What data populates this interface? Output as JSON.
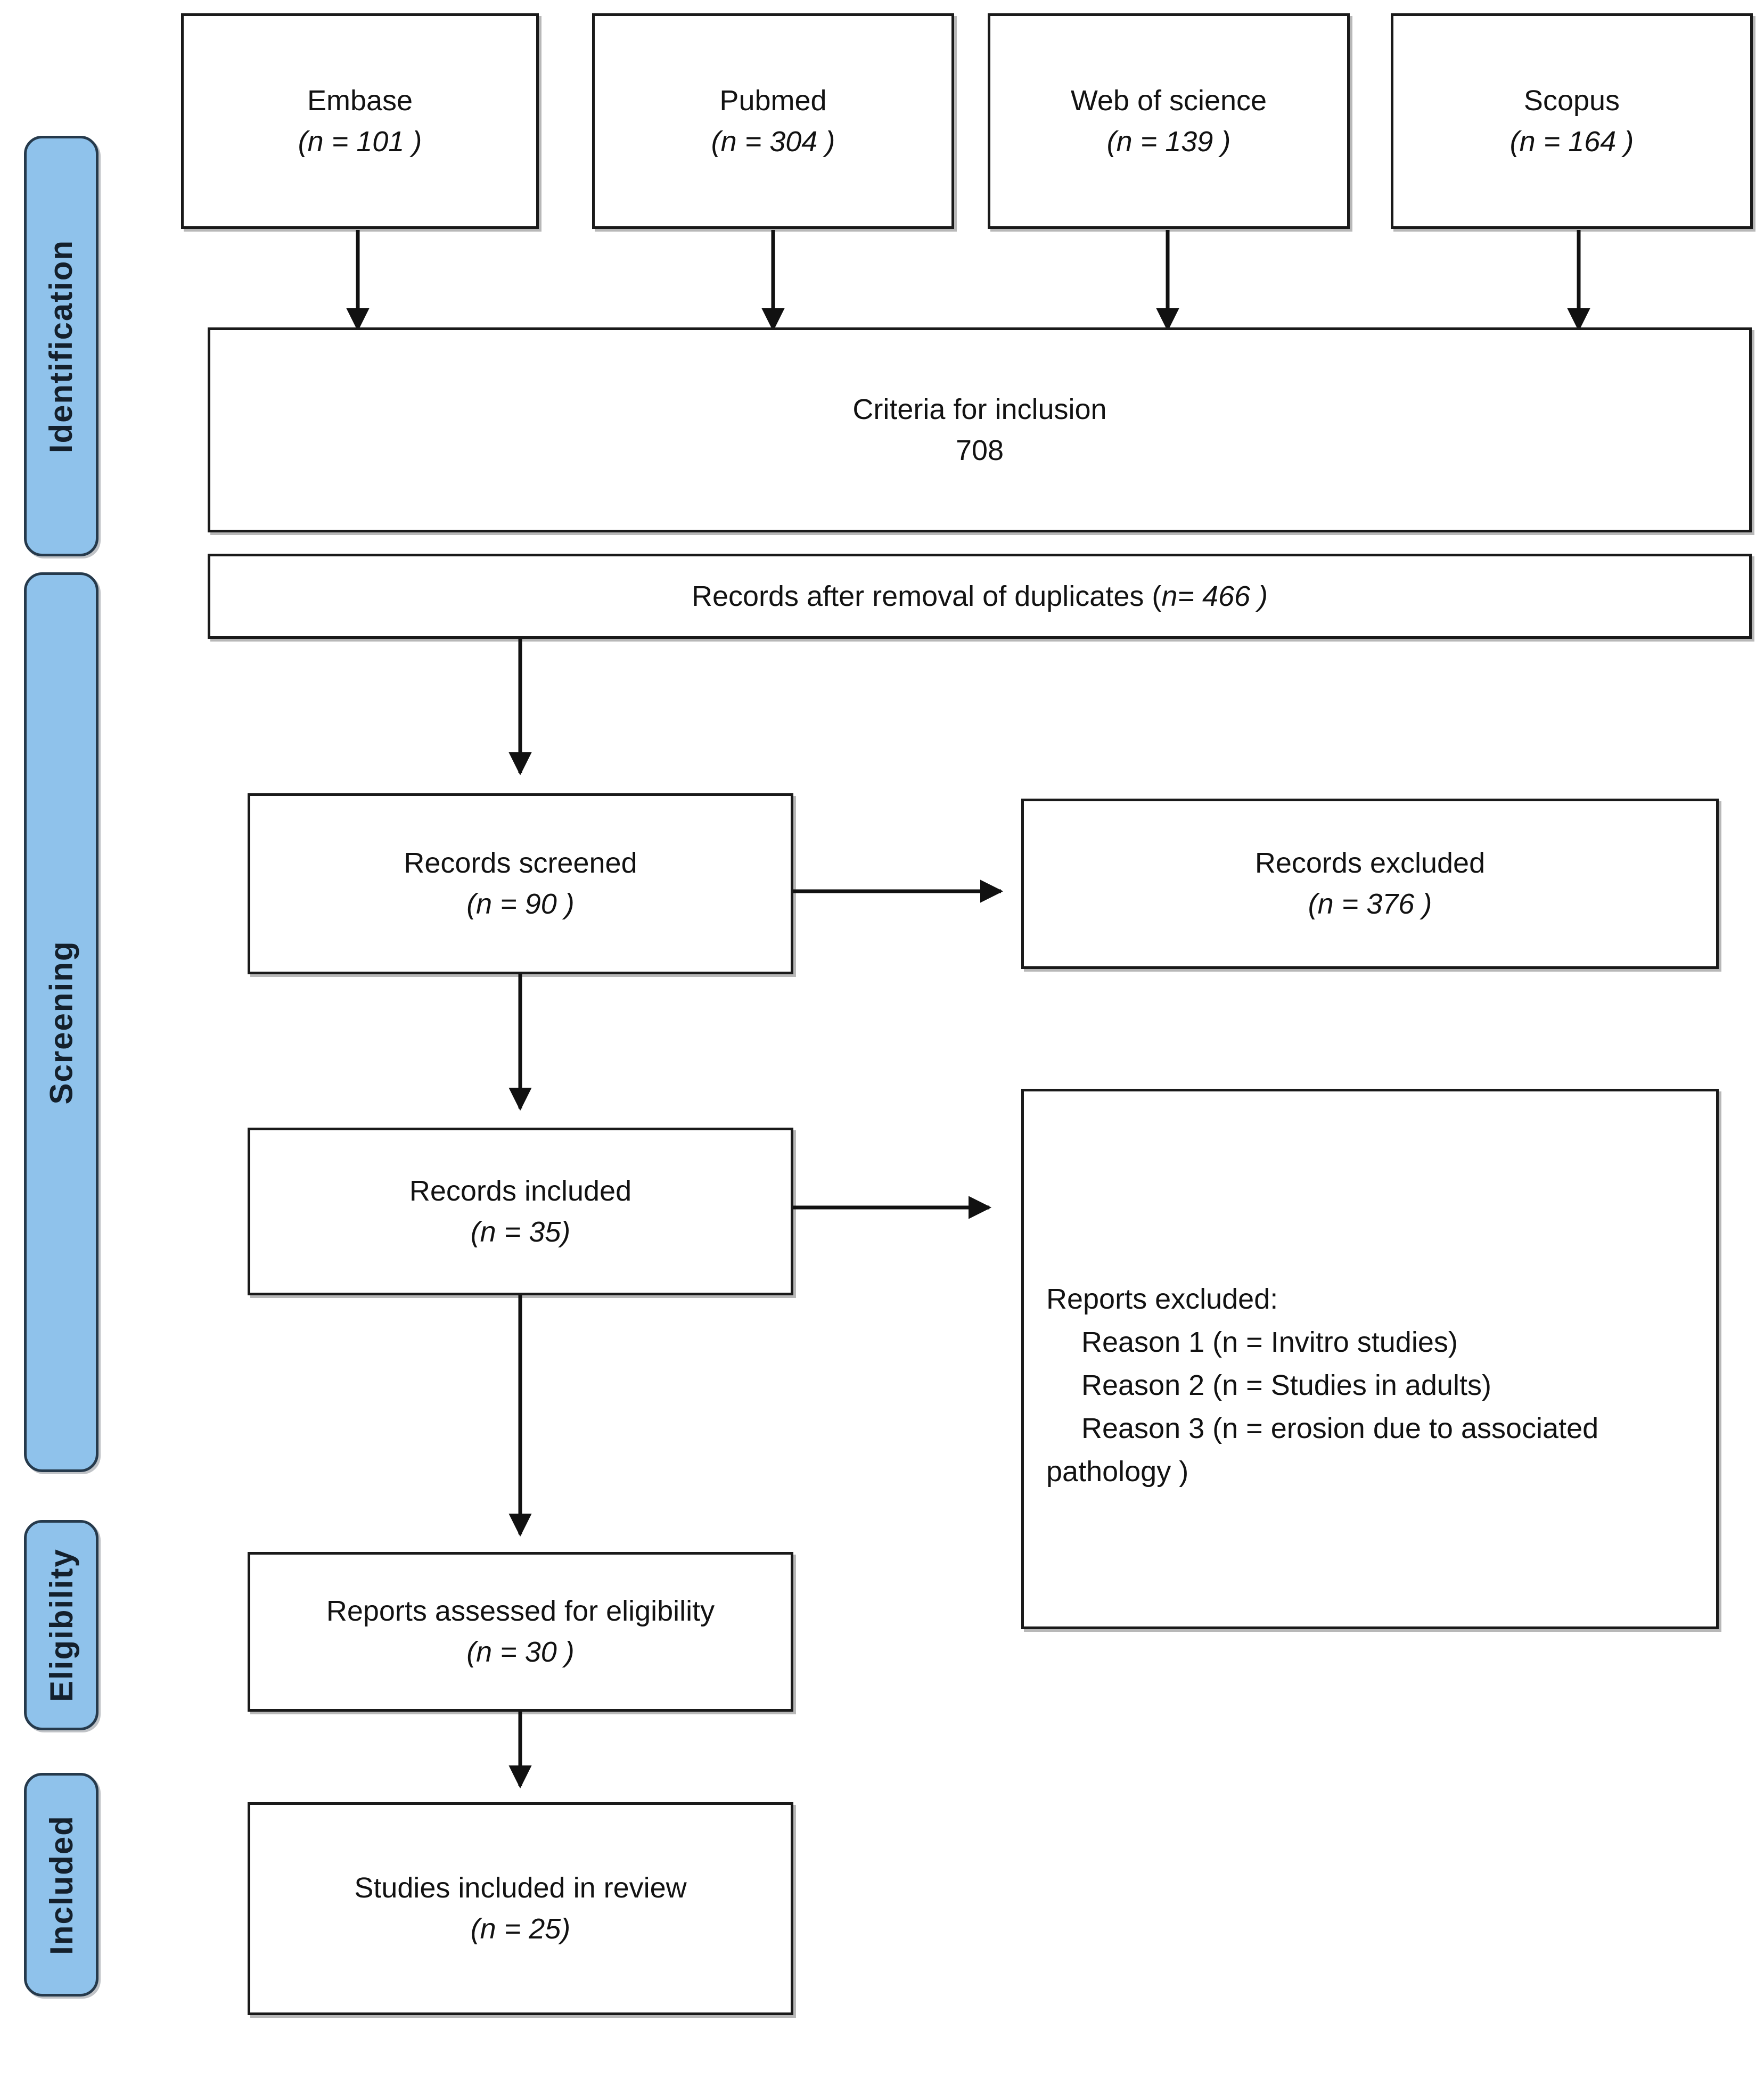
{
  "diagram": {
    "type": "prisma-flow-diagram",
    "title": "PRISMA flow diagram",
    "accent_blue": "#8FC2EB",
    "bar_border": "#263A4C",
    "box_border": "#1a1a1a",
    "background": "#ffffff"
  },
  "stages": [
    {
      "id": "identification",
      "label": "Identification"
    },
    {
      "id": "screening",
      "label": "Screening"
    },
    {
      "id": "eligibility",
      "label": "Eligibility"
    },
    {
      "id": "included",
      "label": "Included"
    }
  ],
  "sources": [
    {
      "id": "embase",
      "name": "Embase",
      "count_text": "(n = 101 )",
      "count": 101
    },
    {
      "id": "pubmed",
      "name": "Pubmed",
      "count_text": "(n = 304 )",
      "count": 304
    },
    {
      "id": "web-of-science",
      "name": "Web of science",
      "count_text": "(n = 139 )",
      "count": 139
    },
    {
      "id": "scopus",
      "name": "Scopus",
      "count_text": "(n = 164 )",
      "count": 164
    }
  ],
  "boxes": {
    "criteria": {
      "line1": "Criteria for inclusion",
      "line2": "708",
      "count": 708
    },
    "duplicates": {
      "text_prefix": "Records after removal of duplicates (",
      "n_symbol": "n",
      "text_suffix": "= 466 )",
      "count": 466
    },
    "records_screened": {
      "line1": "Records screened",
      "count_text": "(n = 90 )",
      "count": 90
    },
    "records_excluded": {
      "line1": "Records excluded",
      "count_text": "(n = 376 )",
      "count": 376
    },
    "records_included": {
      "line1": "Records included",
      "count_text": "(n = 35)",
      "count": 35
    },
    "reports_excluded": {
      "heading": "Reports excluded:",
      "reasons": [
        "Reason 1 (n = Invitro studies)",
        "Reason 2 (n = Studies in adults)",
        "Reason 3 (n = erosion due to associated",
        "pathology  )"
      ]
    },
    "reports_assessed": {
      "line1": "Reports assessed for eligibility",
      "count_text": "(n = 30 )",
      "count": 30
    },
    "studies_included": {
      "line1": "Studies included in review",
      "count_text": "(n = 25)",
      "count": 25
    }
  },
  "chart_data": {
    "type": "diagram",
    "title": "PRISMA flow diagram",
    "nodes": [
      {
        "id": "embase",
        "label": "Embase",
        "n": 101
      },
      {
        "id": "pubmed",
        "label": "Pubmed",
        "n": 304
      },
      {
        "id": "web-of-science",
        "label": "Web of science",
        "n": 139
      },
      {
        "id": "scopus",
        "label": "Scopus",
        "n": 164
      },
      {
        "id": "criteria",
        "label": "Criteria for inclusion",
        "n": 708
      },
      {
        "id": "duplicates",
        "label": "Records after removal of duplicates",
        "n": 466
      },
      {
        "id": "records-screened",
        "label": "Records screened",
        "n": 90
      },
      {
        "id": "records-excluded",
        "label": "Records excluded",
        "n": 376
      },
      {
        "id": "records-included",
        "label": "Records included",
        "n": 35
      },
      {
        "id": "reports-excluded",
        "label": "Reports excluded",
        "n": null
      },
      {
        "id": "reports-assessed",
        "label": "Reports assessed for eligibility",
        "n": 30
      },
      {
        "id": "studies-included",
        "label": "Studies included in review",
        "n": 25
      }
    ],
    "edges": [
      {
        "from": "embase",
        "to": "criteria"
      },
      {
        "from": "pubmed",
        "to": "criteria"
      },
      {
        "from": "web-of-science",
        "to": "criteria"
      },
      {
        "from": "scopus",
        "to": "criteria"
      },
      {
        "from": "duplicates",
        "to": "records-screened"
      },
      {
        "from": "records-screened",
        "to": "records-excluded"
      },
      {
        "from": "records-screened",
        "to": "records-included"
      },
      {
        "from": "records-included",
        "to": "reports-excluded"
      },
      {
        "from": "records-included",
        "to": "reports-assessed"
      },
      {
        "from": "reports-assessed",
        "to": "studies-included"
      }
    ]
  }
}
